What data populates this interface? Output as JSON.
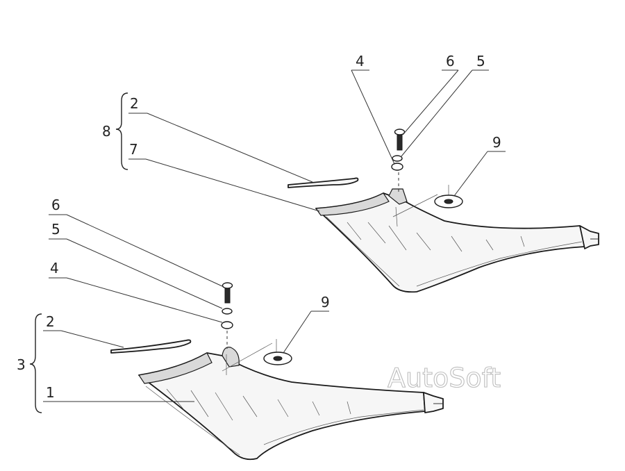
{
  "callouts_upper": {
    "c8": "8",
    "c2": "2",
    "c7": "7",
    "c4": "4",
    "c6": "6",
    "c5": "5",
    "c9": "9"
  },
  "callouts_lower": {
    "c6": "6",
    "c5": "5",
    "c4": "4",
    "c3": "3",
    "c2": "2",
    "c1": "1",
    "c9": "9"
  },
  "watermark": "AutoSoft"
}
